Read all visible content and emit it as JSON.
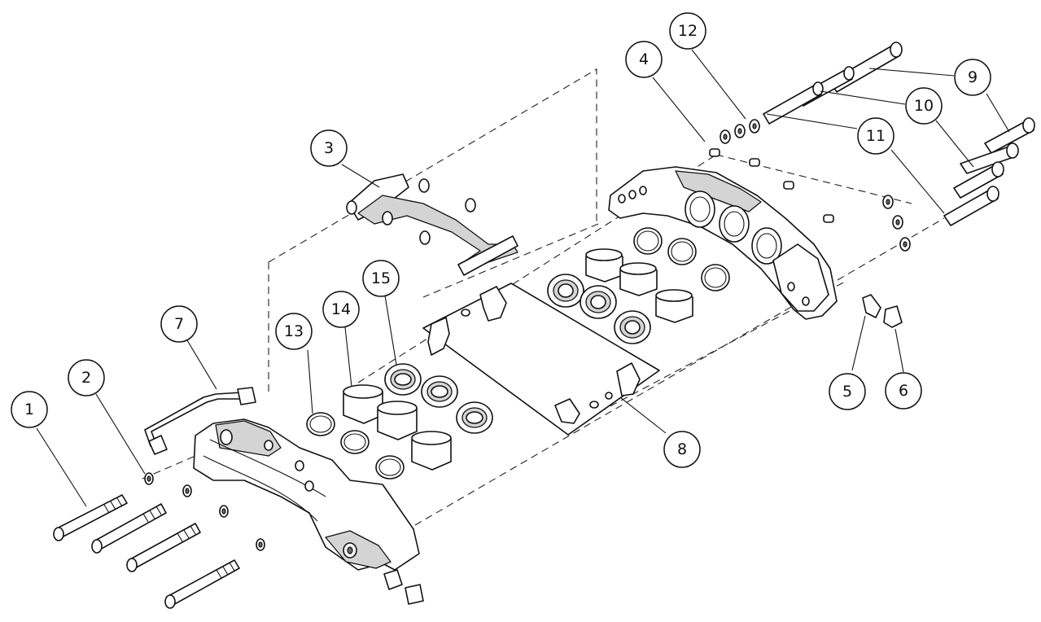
{
  "callouts": [
    {
      "label": "1",
      "part": "long-bolt"
    },
    {
      "label": "2",
      "part": "washer"
    },
    {
      "label": "3",
      "part": "bridge-bracket"
    },
    {
      "label": "4",
      "part": "dowel-pin"
    },
    {
      "label": "5",
      "part": "bleed-fitting"
    },
    {
      "label": "6",
      "part": "bleed-cap"
    },
    {
      "label": "7",
      "part": "crossover-brake-line"
    },
    {
      "label": "8",
      "part": "pad-spring-plate"
    },
    {
      "label": "9",
      "part": "caliper-bolt"
    },
    {
      "label": "10",
      "part": "caliper-bolt"
    },
    {
      "label": "11",
      "part": "caliper-bolt"
    },
    {
      "label": "12",
      "part": "washer-set"
    },
    {
      "label": "13",
      "part": "piston-seal"
    },
    {
      "label": "14",
      "part": "piston"
    },
    {
      "label": "15",
      "part": "dust-boot"
    }
  ],
  "colors": {
    "line": "#111111",
    "shade": "#d4d4d4",
    "background": "#ffffff"
  }
}
